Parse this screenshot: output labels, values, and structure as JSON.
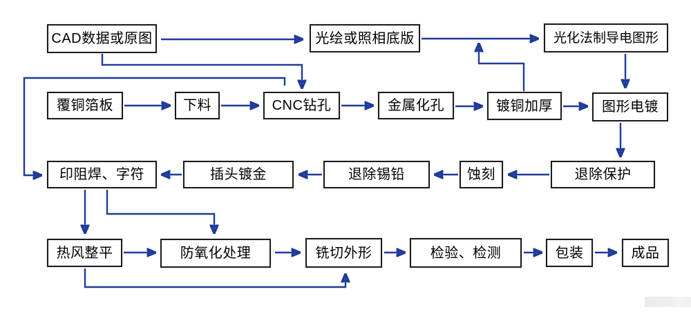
{
  "diagram": {
    "type": "flowchart",
    "subject": "PCB manufacturing process flow",
    "language": "zh-CN",
    "nodes": {
      "cad_data": {
        "label": "CAD数据或原图"
      },
      "photo_plot": {
        "label": "光绘或照相底版"
      },
      "photochem_pattern": {
        "label": "光化法制导电图形"
      },
      "ccl": {
        "label": "覆铜箔板"
      },
      "cutting": {
        "label": "下料"
      },
      "cnc_drill": {
        "label": "CNC钻孔"
      },
      "pth": {
        "label": "金属化孔"
      },
      "copper_thickening": {
        "label": "镀铜加厚"
      },
      "pattern_plating": {
        "label": "图形电镀"
      },
      "solder_mask": {
        "label": "印阻焊、字符"
      },
      "connector_gold": {
        "label": "插头镀金"
      },
      "tin_lead_strip": {
        "label": "退除锡铅"
      },
      "etching": {
        "label": "蚀刻"
      },
      "resist_strip": {
        "label": "退除保护"
      },
      "hasl": {
        "label": "热风整平"
      },
      "anti_oxidation": {
        "label": "防氧化处理"
      },
      "routing": {
        "label": "铣切外形"
      },
      "inspection": {
        "label": "检验、检测"
      },
      "packaging": {
        "label": "包装"
      },
      "finished_product": {
        "label": "成品"
      }
    },
    "edges": [
      {
        "from": "cad_data",
        "to": "photo_plot"
      },
      {
        "from": "photo_plot",
        "to": "photochem_pattern"
      },
      {
        "from": "cad_data",
        "to": "cnc_drill"
      },
      {
        "from": "cnc_drill",
        "to": "solder_mask"
      },
      {
        "from": "copper_thickening",
        "to": "photochem_pattern"
      },
      {
        "from": "photochem_pattern",
        "to": "pattern_plating"
      },
      {
        "from": "pattern_plating",
        "to": "resist_strip"
      },
      {
        "from": "ccl",
        "to": "cutting"
      },
      {
        "from": "cutting",
        "to": "cnc_drill"
      },
      {
        "from": "cnc_drill",
        "to": "pth"
      },
      {
        "from": "pth",
        "to": "copper_thickening"
      },
      {
        "from": "copper_thickening",
        "to": "pattern_plating"
      },
      {
        "from": "resist_strip",
        "to": "etching"
      },
      {
        "from": "etching",
        "to": "tin_lead_strip"
      },
      {
        "from": "tin_lead_strip",
        "to": "connector_gold"
      },
      {
        "from": "connector_gold",
        "to": "solder_mask"
      },
      {
        "from": "solder_mask",
        "to": "hasl"
      },
      {
        "from": "solder_mask",
        "to": "anti_oxidation"
      },
      {
        "from": "hasl",
        "to": "anti_oxidation"
      },
      {
        "from": "anti_oxidation",
        "to": "routing"
      },
      {
        "from": "hasl",
        "to": "routing"
      },
      {
        "from": "routing",
        "to": "inspection"
      },
      {
        "from": "inspection",
        "to": "packaging"
      },
      {
        "from": "packaging",
        "to": "finished_product"
      }
    ],
    "colors": {
      "connector_line": "#1e3a9a",
      "arrow_head": "#2a4ecb",
      "box_border": "#1b1b1b",
      "box_fill": "#ffffff",
      "label_text": "#000000",
      "canvas_bg": "#ffffff"
    }
  }
}
